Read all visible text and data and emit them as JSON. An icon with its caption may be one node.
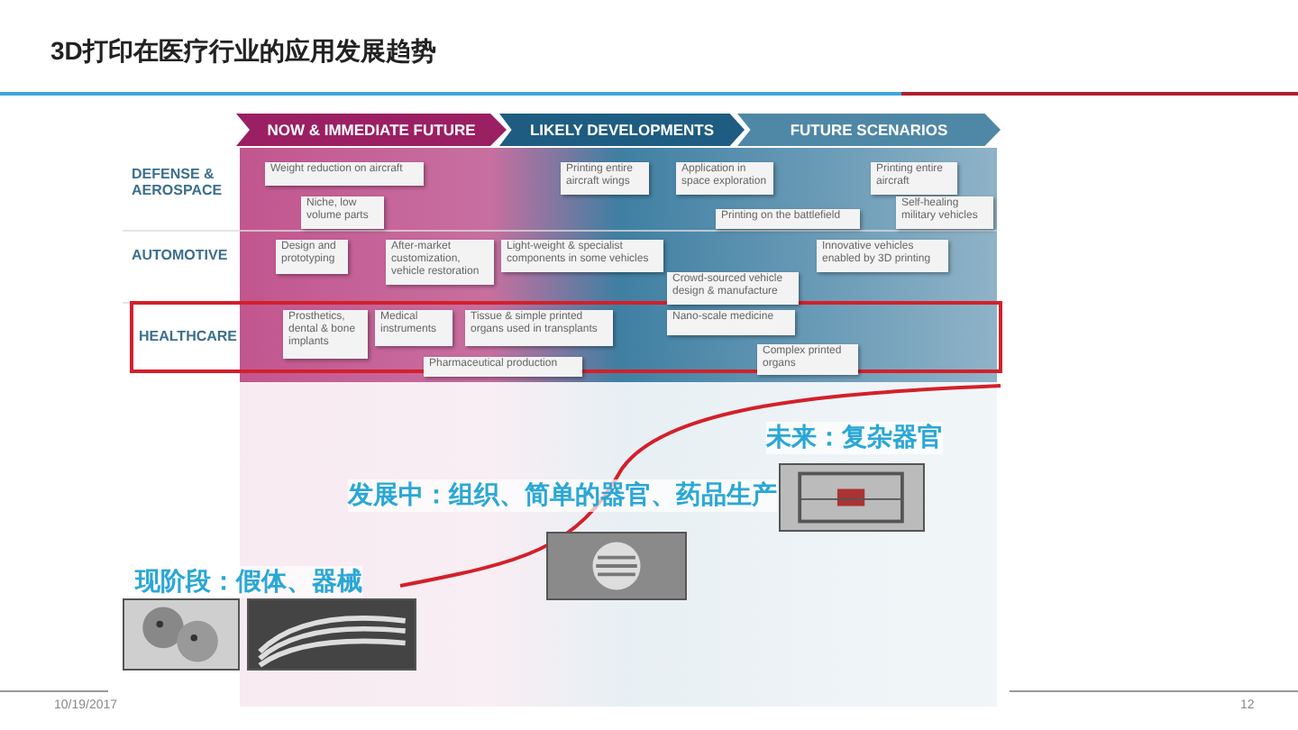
{
  "diagram": {
    "title": "3D打印在医疗行业的应用发展趋势",
    "nodes": [
      {
        "text": [
          "NOW & IMMEDIATE FUTURE"
        ]
      },
      {
        "text": [
          "LIKELY DEVELOPMENTS"
        ]
      },
      {
        "text": [
          "FUTURE SCENARIOS"
        ]
      },
      {
        "text": [
          "Weight reduction on aircraft"
        ]
      },
      {
        "text": [
          "Printing entire aircraft wings"
        ]
      },
      {
        "text": [
          "Application in space exploration"
        ]
      },
      {
        "text": [
          "Printing entire aircraft"
        ]
      },
      {
        "text": [
          "Niche, low volume parts"
        ]
      },
      {
        "text": [
          "Self-healing military vehicles"
        ]
      },
      {
        "text": [
          "Printing on the battlefield"
        ]
      },
      {
        "text": [
          "Design and prototyping"
        ]
      },
      {
        "text": [
          "After-market customization, vehicle restoration"
        ]
      },
      {
        "text": [
          "Light-weight & specialist components in some vehicles"
        ]
      },
      {
        "text": [
          "Innovative vehicles enabled by 3D printing"
        ]
      },
      {
        "text": [
          "Crowd-sourced vehicle design & manufacture"
        ]
      },
      {
        "text": [
          "Prosthetics, dental & bone implants"
        ]
      },
      {
        "text": [
          "Medical instruments"
        ]
      },
      {
        "text": [
          "Tissue & simple printed organs used in transplants"
        ]
      },
      {
        "text": [
          "Nano-scale medicine"
        ]
      },
      {
        "text": [
          "Complex printed organs"
        ]
      },
      {
        "text": [
          "Pharmaceutical production"
        ]
      },
      {
        "text": [],
        "shape": "picture"
      },
      {
        "text": [],
        "shape": "picture"
      },
      {
        "text": [],
        "shape": "picture"
      },
      {
        "text": [],
        "shape": "picture"
      }
    ],
    "labels": [
      "DEFENSE & AEROSPACE",
      "AUTOMOTIVE",
      "HEALTHCARE",
      "未来：复杂器官",
      "发展中：组织、简单的器官、药品生产",
      "现阶段：假体、器械",
      "10/19/2017",
      "12"
    ]
  }
}
